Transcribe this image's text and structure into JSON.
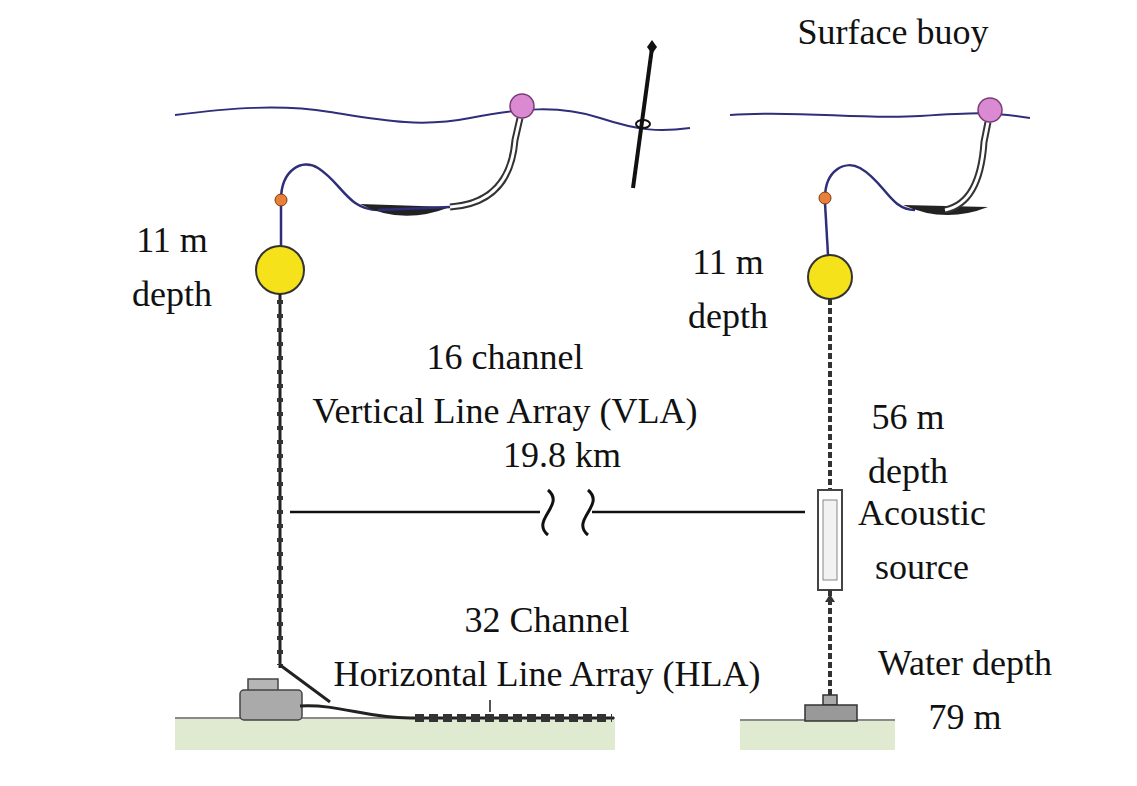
{
  "diagram": {
    "labels": [
      "Surface buoy",
      "11 m depth",
      "11 m depth",
      "16 channel Vertical Line Array (VLA)",
      "19.8 km",
      "56 m depth",
      "Acoustic source",
      "32 Channel Horizontal Line Array (HLA)",
      "Water depth 79 m"
    ]
  }
}
